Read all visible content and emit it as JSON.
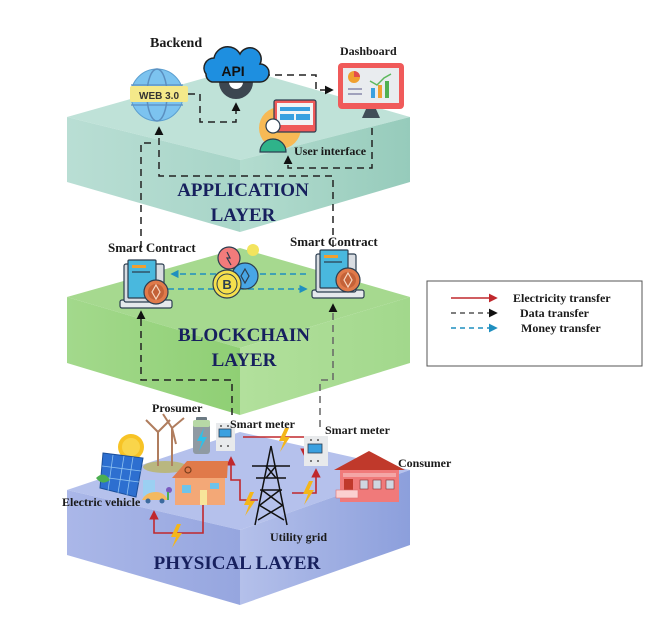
{
  "figure": {
    "layers": [
      {
        "id": "application",
        "title_line1": "APPLICATION",
        "title_line2": "LAYER",
        "color": "#b6ddd2"
      },
      {
        "id": "blockchain",
        "title_line1": "BLOCKCHAIN",
        "title_line2": "LAYER",
        "color": "#9fd58a"
      },
      {
        "id": "physical",
        "title_line1": "PHYSICAL LAYER",
        "title_line2": "",
        "color": "#aab7e6"
      }
    ],
    "labels": {
      "backend": "Backend",
      "dashboard": "Dashboard",
      "user_interface": "User interface",
      "web3": "WEB 3.0",
      "api": "API",
      "smart_contract_left": "Smart Contract",
      "smart_contract_right": "Smart Contract",
      "prosumer": "Prosumer",
      "smart_meter_left": "Smart meter",
      "smart_meter_right": "Smart meter",
      "consumer": "Consumer",
      "electric_vehicle": "Electric vehicle",
      "utility_grid": "Utility grid"
    },
    "legend": {
      "items": [
        {
          "label": "Electricity transfer",
          "style": "solid",
          "color": "#c0282d"
        },
        {
          "label": "Data transfer",
          "style": "dashed",
          "color": "#555555"
        },
        {
          "label": "Money transfer",
          "style": "dashed",
          "color": "#1f8fbf"
        }
      ]
    },
    "icons": [
      "globe-web3-icon",
      "api-cloud-gear-icon",
      "dashboard-monitor-icon",
      "user-interface-icon",
      "smart-contract-icon",
      "crypto-coins-icon",
      "solar-panel-icon",
      "wind-turbine-icon",
      "battery-icon",
      "smart-meter-icon",
      "house-icon",
      "electric-vehicle-icon",
      "transmission-tower-icon",
      "consumer-house-icon",
      "lightning-bolt-icon"
    ]
  }
}
